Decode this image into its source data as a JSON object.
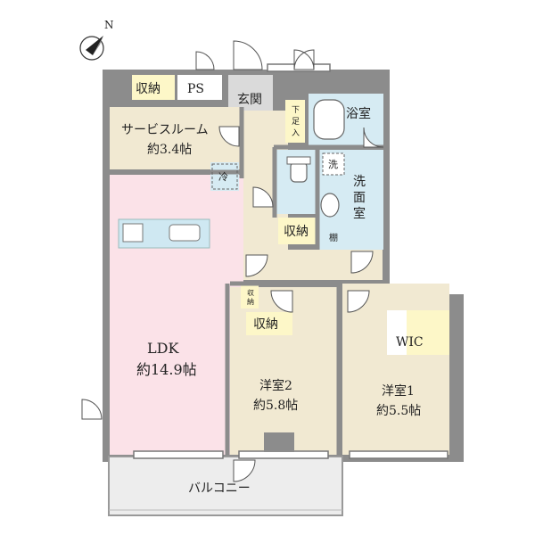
{
  "compass": {
    "north_label": "N"
  },
  "rooms": {
    "storage_top": "収納",
    "ps": "PS",
    "entrance": "玄関",
    "shoe_storage": [
      "下",
      "足",
      "入"
    ],
    "bathroom": "浴室",
    "service_room_name": "サービスルーム",
    "service_room_size": "約3.4帖",
    "fridge": "冷",
    "washer": "洗",
    "washroom": [
      "洗",
      "面",
      "室"
    ],
    "shelf": "棚",
    "storage_hall": "収納",
    "storage_small": [
      "収",
      "納"
    ],
    "storage_room2": "収納",
    "wic": "WIC",
    "ldk_name": "LDK",
    "ldk_size": "約14.9帖",
    "room2_name": "洋室2",
    "room2_size": "約5.8帖",
    "room1_name": "洋室1",
    "room1_size": "約5.5帖",
    "balcony": "バルコニー"
  },
  "colors": {
    "wall": "#8c8c8c",
    "ldk": "#fbe2e8",
    "wood": "#f1e9d2",
    "wet": "#d6ebf3",
    "hall": "#f1e9d2",
    "storage": "#fdf7c8",
    "balcony": "#ededed",
    "kitchen": "#cfe8f2"
  }
}
